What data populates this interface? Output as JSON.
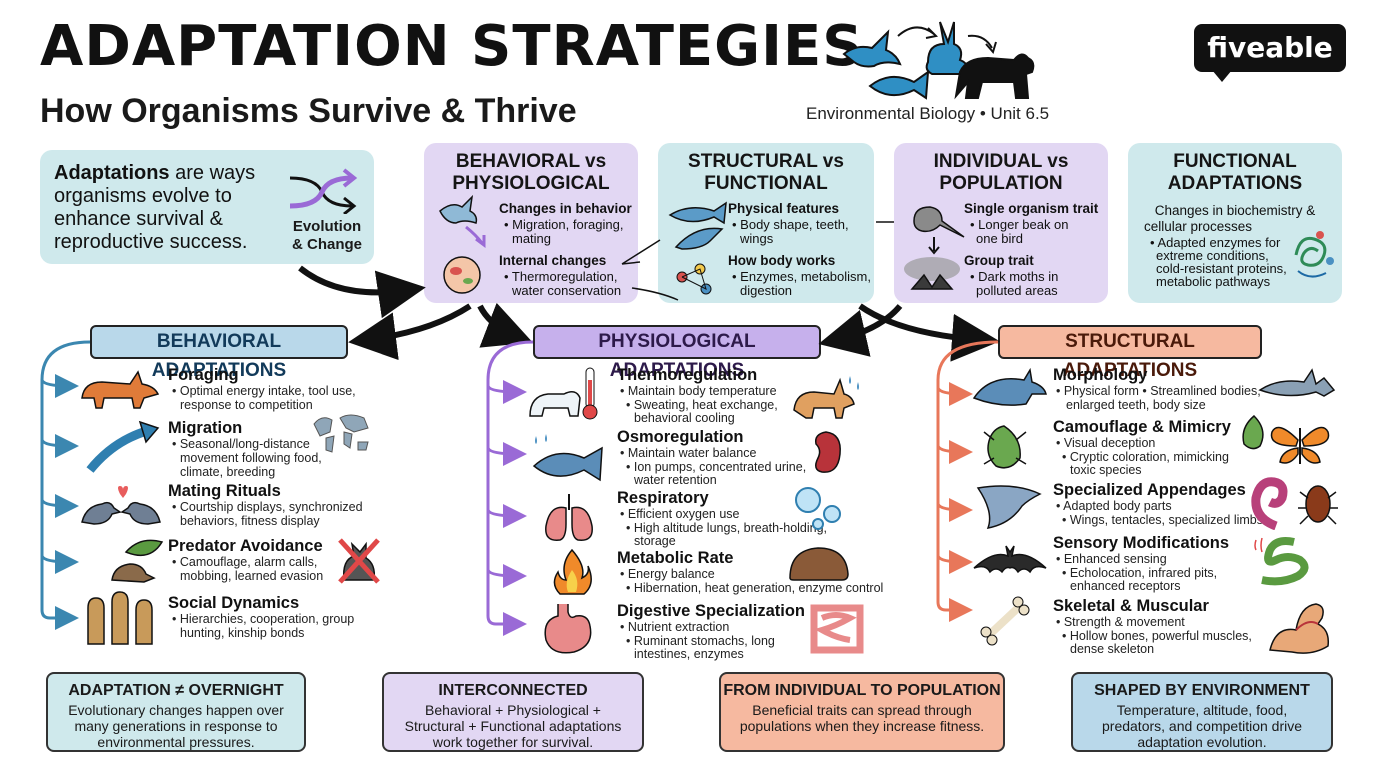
{
  "header": {
    "title": "ADAPTATION STRATEGIES",
    "subtitle": "How Organisms Survive & Thrive",
    "unit": "Environmental Biology • Unit 6.5",
    "brand": "fiveable"
  },
  "intro": {
    "bold": "Adaptations",
    "text": "are ways organisms evolve to enhance survival & reproductive success.",
    "badge_line1": "Evolution",
    "badge_line2": "& Change"
  },
  "types": {
    "behavioral_physiological": {
      "title1": "BEHAVIORAL vs",
      "title2": "PHYSIOLOGICAL",
      "h1": "Changes in behavior",
      "d1a": "• Migration, foraging,",
      "d1b": "mating",
      "h2": "Internal changes",
      "d2a": "• Thermoregulation,",
      "d2b": "water conservation"
    },
    "structural_functional": {
      "title1": "STRUCTURAL vs",
      "title2": "FUNCTIONAL",
      "h1": "Physical features",
      "d1a": "• Body shape, teeth,",
      "d1b": "wings",
      "h2": "How body works",
      "d2a": "• Enzymes, metabolism,",
      "d2b": "digestion"
    },
    "individual_population": {
      "title1": "INDIVIDUAL vs",
      "title2": "POPULATION",
      "h1": "Single organism trait",
      "d1a": "• Longer beak on",
      "d1b": "one bird",
      "h2": "Group trait",
      "d2a": "• Dark moths in",
      "d2b": "polluted areas"
    },
    "functional": {
      "title1": "FUNCTIONAL",
      "title2": "ADAPTATIONS",
      "h1a": "Changes in biochemistry &",
      "h1b": "cellular processes",
      "d1a": "• Adapted enzymes for",
      "d1b": "extreme conditions,",
      "d1c": "cold-resistant proteins,",
      "d1d": "metabolic pathways"
    }
  },
  "sections": {
    "behavioral": {
      "title": "BEHAVIORAL ADAPTATIONS",
      "color": "#3b87b0",
      "items": [
        {
          "title": "Foraging",
          "desc1": "• Optimal energy intake, tool use,",
          "desc2": "response to competition",
          "desc3": ""
        },
        {
          "title": "Migration",
          "desc1": "• Seasonal/long-distance",
          "desc2": "movement following food,",
          "desc3": "climate, breeding"
        },
        {
          "title": "Mating Rituals",
          "desc1": "• Courtship displays, synchronized",
          "desc2": "behaviors, fitness display",
          "desc3": ""
        },
        {
          "title": "Predator Avoidance",
          "desc1": "• Camouflage, alarm calls,",
          "desc2": "mobbing, learned evasion",
          "desc3": ""
        },
        {
          "title": "Social Dynamics",
          "desc1": "• Hierarchies, cooperation, group",
          "desc2": "hunting, kinship bonds",
          "desc3": ""
        }
      ]
    },
    "physiological": {
      "title": "PHYSIOLOGICAL ADAPTATIONS",
      "color": "#9a6ad6",
      "items": [
        {
          "title": "Thermoregulation",
          "desc1": "• Maintain body temperature",
          "desc2": "• Sweating, heat exchange,",
          "desc3": "behavioral cooling"
        },
        {
          "title": "Osmoregulation",
          "desc1": "• Maintain water balance",
          "desc2": "• Ion pumps, concentrated urine,",
          "desc3": "water retention"
        },
        {
          "title": "Respiratory",
          "desc1": "• Efficient oxygen use",
          "desc2": "• High altitude lungs, breath-holding,",
          "desc3": "storage"
        },
        {
          "title": "Metabolic Rate",
          "desc1": "• Energy balance",
          "desc2": "• Hibernation, heat generation, enzyme control",
          "desc3": ""
        },
        {
          "title": "Digestive Specialization",
          "desc1": "• Nutrient extraction",
          "desc2": "• Ruminant stomachs, long",
          "desc3": "intestines, enzymes"
        }
      ]
    },
    "structural": {
      "title": "STRUCTURAL ADAPTATIONS",
      "color": "#e8775a",
      "items": [
        {
          "title": "Morphology",
          "desc1": "• Physical form • Streamlined bodies,",
          "desc2": "enlarged teeth, body size",
          "desc3": ""
        },
        {
          "title": "Camouflage & Mimicry",
          "desc1": "• Visual deception",
          "desc2": "• Cryptic coloration, mimicking",
          "desc3": "toxic species"
        },
        {
          "title": "Specialized Appendages",
          "desc1": "• Adapted body parts",
          "desc2": "• Wings, tentacles, specialized limbs",
          "desc3": ""
        },
        {
          "title": "Sensory Modifications",
          "desc1": "• Enhanced sensing",
          "desc2": "• Echolocation, infrared pits,",
          "desc3": "enhanced receptors"
        },
        {
          "title": "Skeletal & Muscular",
          "desc1": "• Strength & movement",
          "desc2": "• Hollow bones, powerful muscles,",
          "desc3": "dense skeleton"
        }
      ]
    }
  },
  "bottom": [
    {
      "title": "ADAPTATION ≠ OVERNIGHT",
      "desc1": "Evolutionary changes happen over",
      "desc2": "many generations in response to",
      "desc3": "environmental pressures.",
      "bg": "#cfe9ec"
    },
    {
      "title": "INTERCONNECTED",
      "desc1": "Behavioral + Physiological +",
      "desc2": "Structural + Functional adaptations",
      "desc3": "work together for survival.",
      "bg": "#e2d7f3"
    },
    {
      "title": "FROM INDIVIDUAL TO POPULATION",
      "desc1": "Beneficial traits can spread through",
      "desc2": "populations when they increase fitness.",
      "desc3": "",
      "bg": "#f6b9a0"
    },
    {
      "title": "SHAPED BY ENVIRONMENT",
      "desc1": "Temperature, altitude, food,",
      "desc2": "predators, and competition drive",
      "desc3": "adaptation evolution.",
      "bg": "#b9d8ea"
    }
  ]
}
